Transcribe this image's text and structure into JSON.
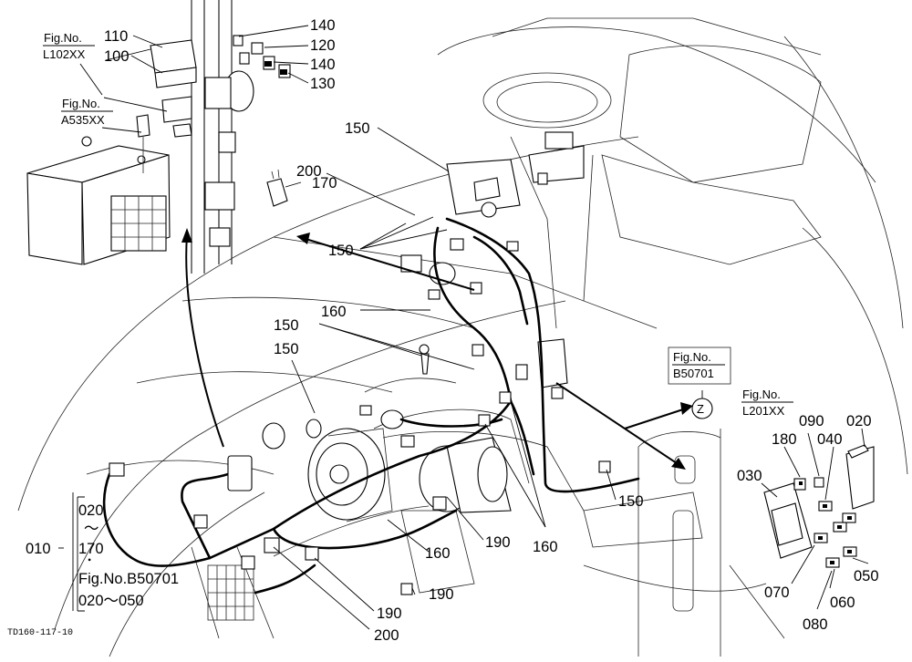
{
  "drawing_code": "TD160-117-10",
  "fig_refs": {
    "L102XX": {
      "fig": "Fig.No.",
      "code": "L102XX"
    },
    "A535XX": {
      "fig": "Fig.No.",
      "code": "A535XX"
    },
    "B50701": {
      "fig": "Fig.No.",
      "code": "B50701"
    },
    "L201XX": {
      "fig": "Fig.No.",
      "code": "L201XX"
    }
  },
  "view_marker": "Z",
  "range_note": {
    "main_label": "010",
    "start": "020",
    "tilde": "～",
    "end": "170",
    "dot": "･",
    "fig_ref": "Fig.No.B50701",
    "range2": "020～050"
  },
  "callouts": [
    {
      "id": "c110",
      "text": "110"
    },
    {
      "id": "c100",
      "text": "100"
    },
    {
      "id": "c140a",
      "text": "140"
    },
    {
      "id": "c120",
      "text": "120"
    },
    {
      "id": "c140b",
      "text": "140"
    },
    {
      "id": "c130",
      "text": "130"
    },
    {
      "id": "c150a",
      "text": "150"
    },
    {
      "id": "c200a",
      "text": "200"
    },
    {
      "id": "c170",
      "text": "170"
    },
    {
      "id": "c150b",
      "text": "150"
    },
    {
      "id": "c160a",
      "text": "160"
    },
    {
      "id": "c150c",
      "text": "150"
    },
    {
      "id": "c150d",
      "text": "150"
    },
    {
      "id": "c150e",
      "text": "150"
    },
    {
      "id": "c190a",
      "text": "190"
    },
    {
      "id": "c160b",
      "text": "160"
    },
    {
      "id": "c160c",
      "text": "160"
    },
    {
      "id": "c190b",
      "text": "190"
    },
    {
      "id": "c190c",
      "text": "190"
    },
    {
      "id": "c200b",
      "text": "200"
    },
    {
      "id": "c180",
      "text": "180"
    },
    {
      "id": "c090",
      "text": "090"
    },
    {
      "id": "c040",
      "text": "040"
    },
    {
      "id": "c020",
      "text": "020"
    },
    {
      "id": "c030",
      "text": "030"
    },
    {
      "id": "c070",
      "text": "070"
    },
    {
      "id": "c050",
      "text": "050"
    },
    {
      "id": "c060",
      "text": "060"
    },
    {
      "id": "c080",
      "text": "080"
    }
  ]
}
